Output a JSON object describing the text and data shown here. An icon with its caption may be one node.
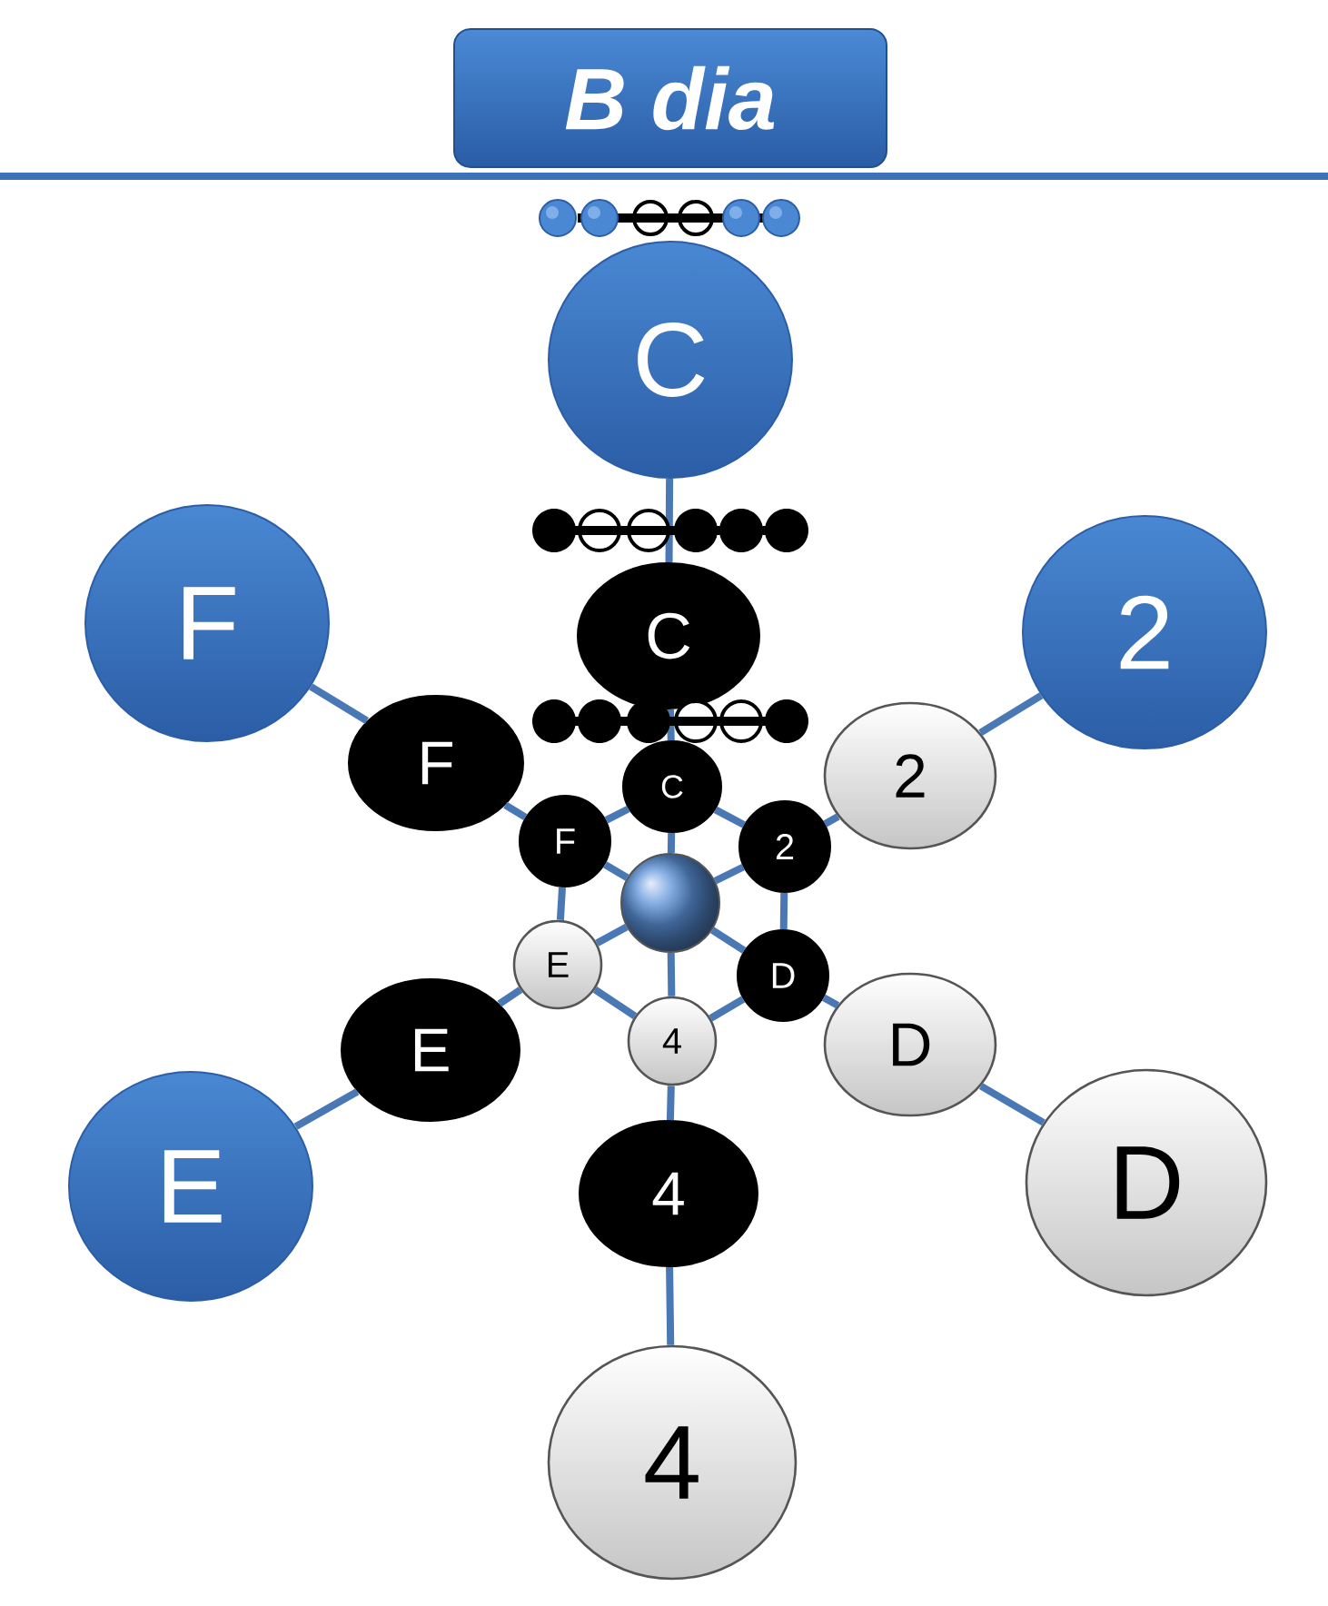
{
  "diagram": {
    "title": "B dia",
    "nodes": [
      {
        "text": [
          "C"
        ]
      },
      {
        "text": [
          "F"
        ]
      },
      {
        "text": [
          "2"
        ]
      },
      {
        "text": [
          "C"
        ]
      },
      {
        "text": [
          "F"
        ]
      },
      {
        "text": [
          "2"
        ]
      },
      {
        "text": [
          "C"
        ]
      },
      {
        "text": [
          "F"
        ]
      },
      {
        "text": [
          "2"
        ]
      },
      {
        "text": [],
        "shape": "circle"
      },
      {
        "text": [
          "E"
        ]
      },
      {
        "text": [
          "D"
        ]
      },
      {
        "text": [
          "4"
        ]
      },
      {
        "text": [
          "D"
        ]
      },
      {
        "text": [
          "E"
        ]
      },
      {
        "text": [
          "D"
        ]
      },
      {
        "text": [
          "E"
        ]
      },
      {
        "text": [
          "4"
        ]
      },
      {
        "text": [
          "4"
        ]
      }
    ],
    "edges": [
      {
        "from": 0,
        "to": 3,
        "arrow": "none"
      },
      {
        "from": 1,
        "to": 4,
        "arrow": "none"
      },
      {
        "from": 2,
        "to": 5,
        "arrow": "none"
      },
      {
        "from": 15,
        "to": 13,
        "arrow": "none"
      },
      {
        "from": 16,
        "to": 14,
        "arrow": "none"
      },
      {
        "from": 18,
        "to": 17,
        "arrow": "none"
      },
      {
        "from": 3,
        "to": 6,
        "arrow": "none"
      },
      {
        "from": 4,
        "to": 7,
        "arrow": "none"
      },
      {
        "from": 5,
        "to": 8,
        "arrow": "none"
      },
      {
        "from": 13,
        "to": 11,
        "arrow": "none"
      },
      {
        "from": 14,
        "to": 10,
        "arrow": "none"
      },
      {
        "from": 17,
        "to": 12,
        "arrow": "none"
      },
      {
        "from": 6,
        "to": 8,
        "arrow": "none"
      },
      {
        "from": 8,
        "to": 11,
        "arrow": "none"
      },
      {
        "from": 11,
        "to": 12,
        "arrow": "none"
      },
      {
        "from": 12,
        "to": 10,
        "arrow": "none"
      },
      {
        "from": 10,
        "to": 7,
        "arrow": "none"
      },
      {
        "from": 7,
        "to": 6,
        "arrow": "none"
      },
      {
        "from": 9,
        "to": 6,
        "arrow": "none"
      },
      {
        "from": 9,
        "to": 7,
        "arrow": "none"
      },
      {
        "from": 9,
        "to": 8,
        "arrow": "none"
      },
      {
        "from": 9,
        "to": 10,
        "arrow": "none"
      },
      {
        "from": 9,
        "to": 11,
        "arrow": "none"
      },
      {
        "from": 9,
        "to": 12,
        "arrow": "none"
      }
    ]
  }
}
